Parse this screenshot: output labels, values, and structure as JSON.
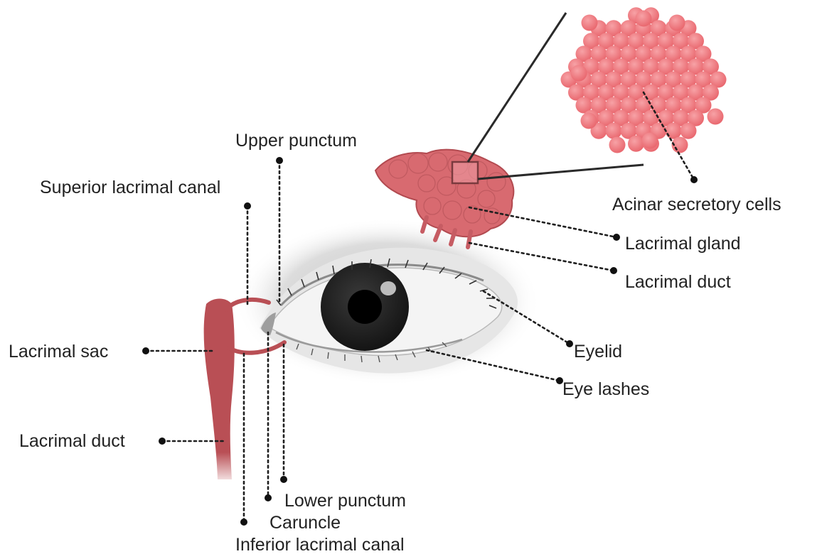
{
  "labels": {
    "upper_punctum": "Upper punctum",
    "superior_lacrimal_canal": "Superior lacrimal canal",
    "acinar_secretory_cells": "Acinar secretory cells",
    "lacrimal_gland": "Lacrimal gland",
    "lacrimal_duct_gland": "Lacrimal duct",
    "eyelid": "Eyelid",
    "eye_lashes": "Eye lashes",
    "lacrimal_sac": "Lacrimal sac",
    "lacrimal_duct_sac": "Lacrimal duct",
    "lower_punctum": "Lower punctum",
    "caruncle": "Caruncle",
    "inferior_lacrimal_canal": "Inferior lacrimal canal"
  },
  "colors": {
    "tissue": "#b94f55",
    "gland": "#d86a70",
    "cell": "#ef8086",
    "iris": "#1c1c1c",
    "sclera": "#f3f3f3",
    "text": "#222222"
  }
}
